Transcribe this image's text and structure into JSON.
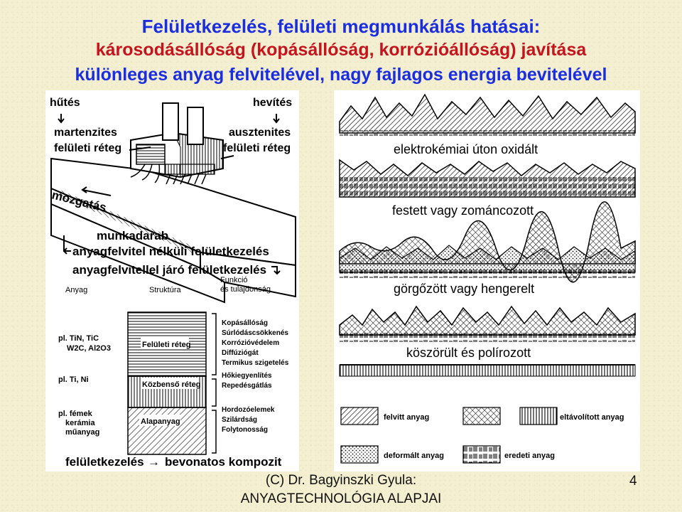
{
  "title": {
    "line1": "Felületkezelés, felületi megmunkálás hatásai:",
    "line2": "károsodásállóság (kopásállóság, korrózióállóság) javítása",
    "line3": "különleges anyag felvitelével, nagy fajlagos energia bevitelével"
  },
  "colors": {
    "title_blue": "#1a2ee0",
    "title_red": "#c4141e",
    "background": "#f4efd0"
  },
  "left_diagram": {
    "cooling": "hűtés",
    "heating": "hevítés",
    "martensite_line1": "martenzites",
    "martensite_line2": "felületi réteg",
    "austenite_line1": "ausztenites",
    "austenite_line2": "felületi réteg",
    "motion": "mozgatás",
    "workpiece": "munkadarab",
    "without_deposit": "anyagfelvitel nélküli felületkezelés",
    "with_deposit": "anyagfelvitellel járó felületkezelés",
    "header_material": "Anyag",
    "header_structure": "Struktúra",
    "header_function_line1": "Funkció",
    "header_function_line2": "és tulajdonság",
    "mat_top_line1": "pl. TiN, TiC",
    "mat_top_line2": "W2C, Al2O3",
    "mat_mid": "pl. Ti, Ni",
    "mat_bot_line1": "pl. fémek",
    "mat_bot_line2": "kerámia",
    "mat_bot_line3": "műanyag",
    "layer_surface": "Felületi réteg",
    "layer_intermediate": "Közbenső réteg",
    "layer_base": "Alapanyag",
    "functions": [
      "Kopásállóság",
      "Súrlódáscsökkenés",
      "Korrózióvédelem",
      "Diffúziógát",
      "Termikus szigetelés",
      "Hőkiegyenlítés",
      "Repedésgátlás",
      "Hordozóelemek",
      "Szilárdság",
      "Folytonosság"
    ],
    "bottom_left": "felületkezelés",
    "bottom_arrow": "→",
    "bottom_right": "bevonatos kompozit"
  },
  "right_diagram": {
    "profiles": [
      "elektrokémiai úton oxidált",
      "festett vagy zománcozott",
      "görgőzött vagy hengerelt",
      "köszörült és polírozott"
    ],
    "legend": [
      "felvitt anyag",
      "eltávolított anyag",
      "deformált anyag",
      "eredeti anyag"
    ]
  },
  "footer": {
    "credit_line1": "(C) Dr. Bagyinszki Gyula:",
    "credit_line2": "ANYAGTECHNOLÓGIA ALAPJAI",
    "page_number": "4"
  }
}
